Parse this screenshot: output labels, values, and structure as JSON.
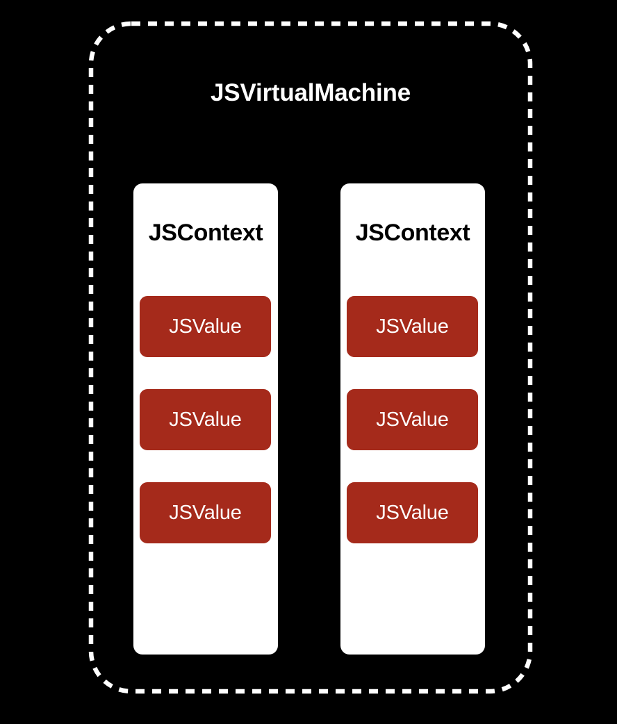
{
  "diagram": {
    "background_color": "#000000",
    "title": "JSVirtualMachine",
    "title_color": "#FFFFFF",
    "outline_style": "dashed",
    "outline_color": "#FFFFFF",
    "contexts": [
      {
        "title": "JSContext",
        "title_color": "#000000",
        "card_color": "#FFFFFF",
        "values": [
          {
            "label": "JSValue",
            "color": "#A52A1B",
            "text_color": "#FFFFFF"
          },
          {
            "label": "JSValue",
            "color": "#A52A1B",
            "text_color": "#FFFFFF"
          },
          {
            "label": "JSValue",
            "color": "#A52A1B",
            "text_color": "#FFFFFF"
          }
        ]
      },
      {
        "title": "JSContext",
        "title_color": "#000000",
        "card_color": "#FFFFFF",
        "values": [
          {
            "label": "JSValue",
            "color": "#A52A1B",
            "text_color": "#FFFFFF"
          },
          {
            "label": "JSValue",
            "color": "#A52A1B",
            "text_color": "#FFFFFF"
          },
          {
            "label": "JSValue",
            "color": "#A52A1B",
            "text_color": "#FFFFFF"
          }
        ]
      }
    ]
  }
}
